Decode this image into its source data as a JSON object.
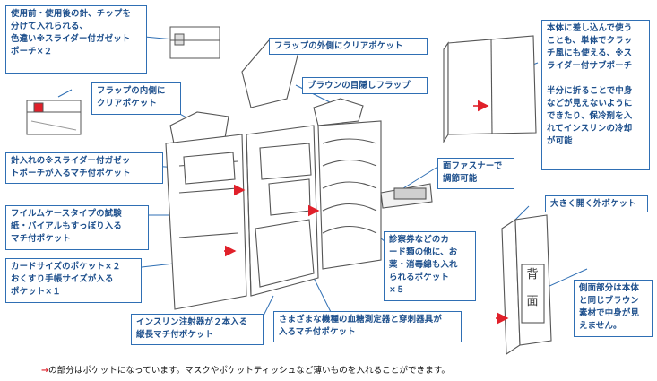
{
  "labels": {
    "l1": "使用前・使用後の針、チップを\n分けて入れられる、\n色違い※スライダー付ガゼット\nポーチ×２",
    "l2": "フラップの外側にクリアポケット",
    "l3": "フラップの内側に\nクリアポケット",
    "l4": "ブラウンの目隠しフラップ",
    "l5": "本体に差し込んで使う\nことも、単体でクラッ\nチ風にも使える、※ス\nライダー付サブポーチ\n\n半分に折ることで中身\nなどが見えないように\nできたり、保冷剤を入\nれてインスリンの冷却\nが可能",
    "l6": "針入れの※スライダー付ガゼッ\nトポーチが入るマチ付ポケット",
    "l7": "面ファスナーで\n調節可能",
    "l8": "大きく開く外ポケット",
    "l9": "フイルムケースタイプの試験\n紙・バイアルもすっぽり入る\nマチ付ポケット",
    "l10": "診察券などのカ\nード類の他に、お\n薬・消毒綿も入れ\nられるポケット\n×５",
    "l11": "カードサイズのポケット×２\nおくすり手帳サイズが入る\nポケット×１",
    "l12": "側面部分は本体\nと同じブラウン\n素材で中身が見\nえません。",
    "l13": "インスリン注射器が２本入る\n縦長マチ付ポケット",
    "l14": "さまざまな機種の血糖測定器と穿刺器具が\n入るマチ付ポケット"
  },
  "side_text": "背面",
  "footer": {
    "arrow": "→",
    "text": "の部分はポケットになっています。マスクやポケットティッシュなど薄いものを入れることができます。"
  },
  "colors": {
    "label_border": "#2f6fb4",
    "label_text": "#1d4f8c",
    "arrow": "#e0202a",
    "line": "#555555"
  }
}
